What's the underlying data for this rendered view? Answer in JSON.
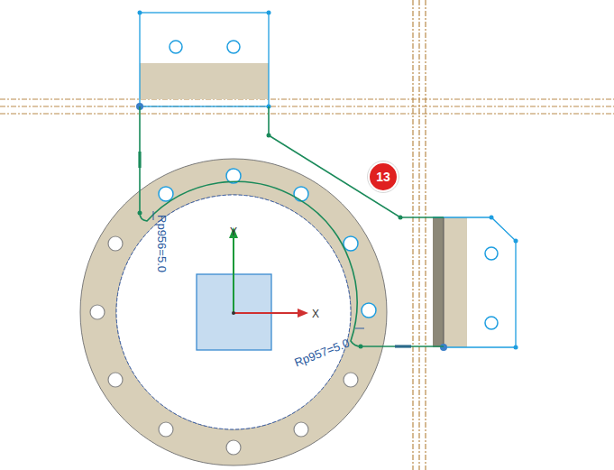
{
  "diagram": {
    "labels": [
      "13",
      "Rp956=5.0",
      "Rp957=5.0",
      "Y",
      "X"
    ]
  }
}
